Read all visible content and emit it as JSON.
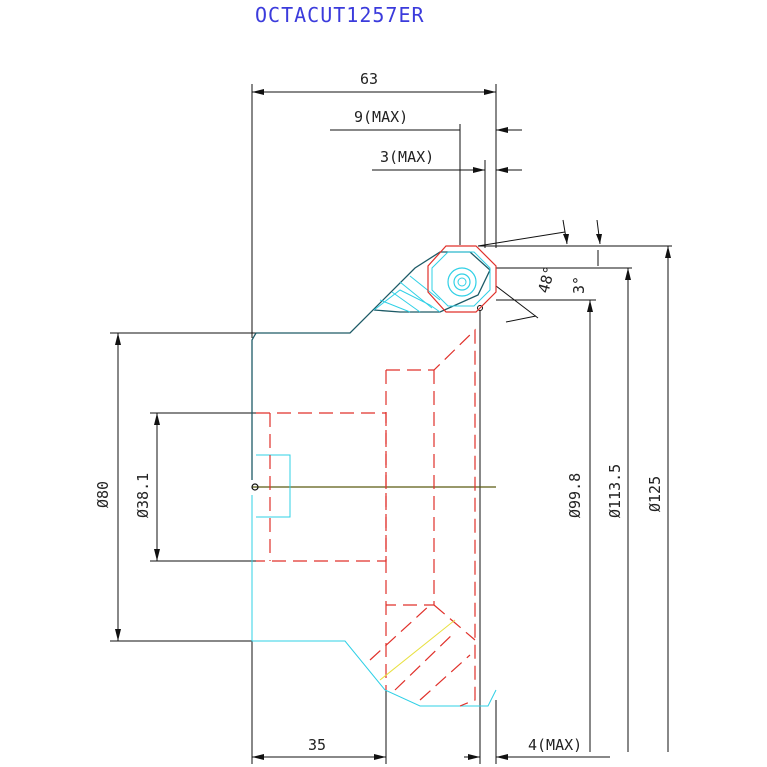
{
  "title": "OCTACUT1257ER",
  "dimensions": {
    "overall_length": "63",
    "max_9": "9(MAX)",
    "max_3": "3(MAX)",
    "angle_48": "48°",
    "angle_3": "3°",
    "dia_80": "Ø80",
    "dia_38": "Ø38.1",
    "dia_99": "Ø99.8",
    "dia_113": "Ø113.5",
    "dia_125": "Ø125",
    "length_35": "35",
    "max_4": "4(MAX)"
  },
  "colors": {
    "title": "#3b3bdc",
    "outline": "#1d5a66",
    "hidden": "#e0302a",
    "cyan": "#2fd0e6"
  }
}
